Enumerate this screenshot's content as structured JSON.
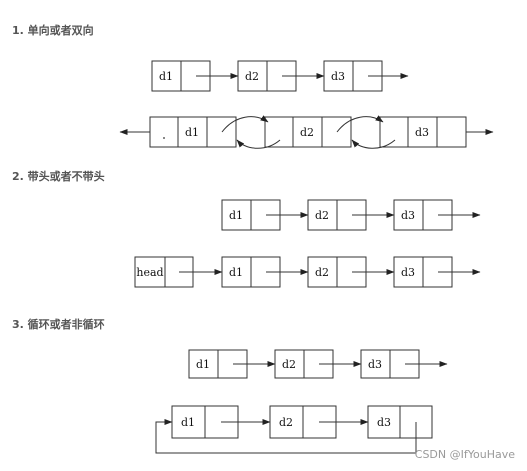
{
  "sections": [
    {
      "title": "1. 单向或者双向"
    },
    {
      "title": "2. 带头或者不带头"
    },
    {
      "title": "3. 循环或者非循环"
    }
  ],
  "diagrams": {
    "singly_linked": [
      "d1",
      "d2",
      "d3"
    ],
    "doubly_linked": [
      "d1",
      "d2",
      "d3"
    ],
    "headless": [
      "d1",
      "d2",
      "d3"
    ],
    "headed": [
      "head",
      "d1",
      "d2",
      "d3"
    ],
    "non_circular": [
      "d1",
      "d2",
      "d3"
    ],
    "circular": [
      "d1",
      "d2",
      "d3"
    ]
  },
  "watermark": "CSDN @IfYouHave",
  "colors": {
    "line": "#333333",
    "text": "#111111",
    "title": "#555555"
  }
}
